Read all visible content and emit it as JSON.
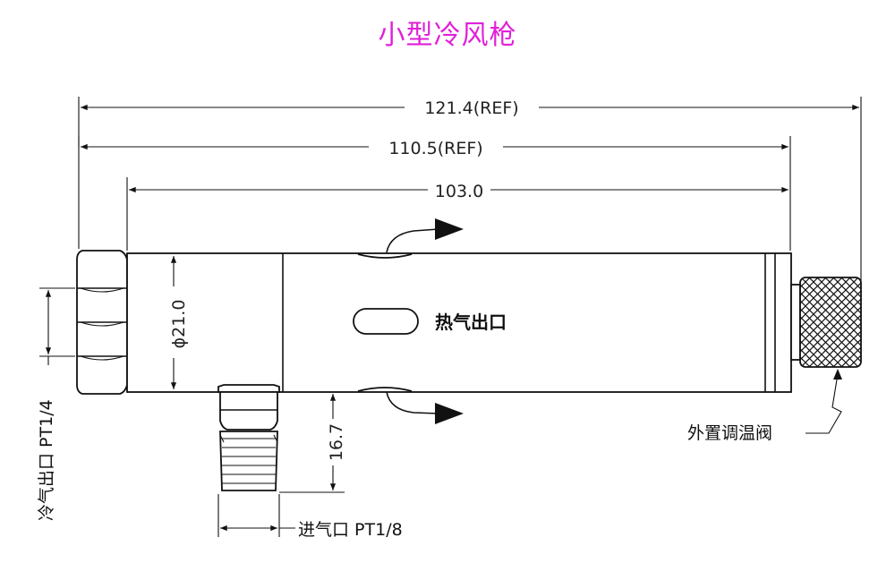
{
  "title": "小型冷风枪",
  "dimensions": {
    "overall_ref": "121.4(REF)",
    "mid_ref": "110.5(REF)",
    "body_length": "103.0",
    "diameter": "ϕ21.0",
    "inlet_height": "16.7"
  },
  "labels": {
    "hot_outlet": "热气出口",
    "cold_outlet": "冷气出口 PT1/4",
    "air_inlet": "进气口 PT1/8",
    "temp_knob": "外置调温阀"
  },
  "colors": {
    "title": "#e020d8",
    "line": "#111111"
  }
}
